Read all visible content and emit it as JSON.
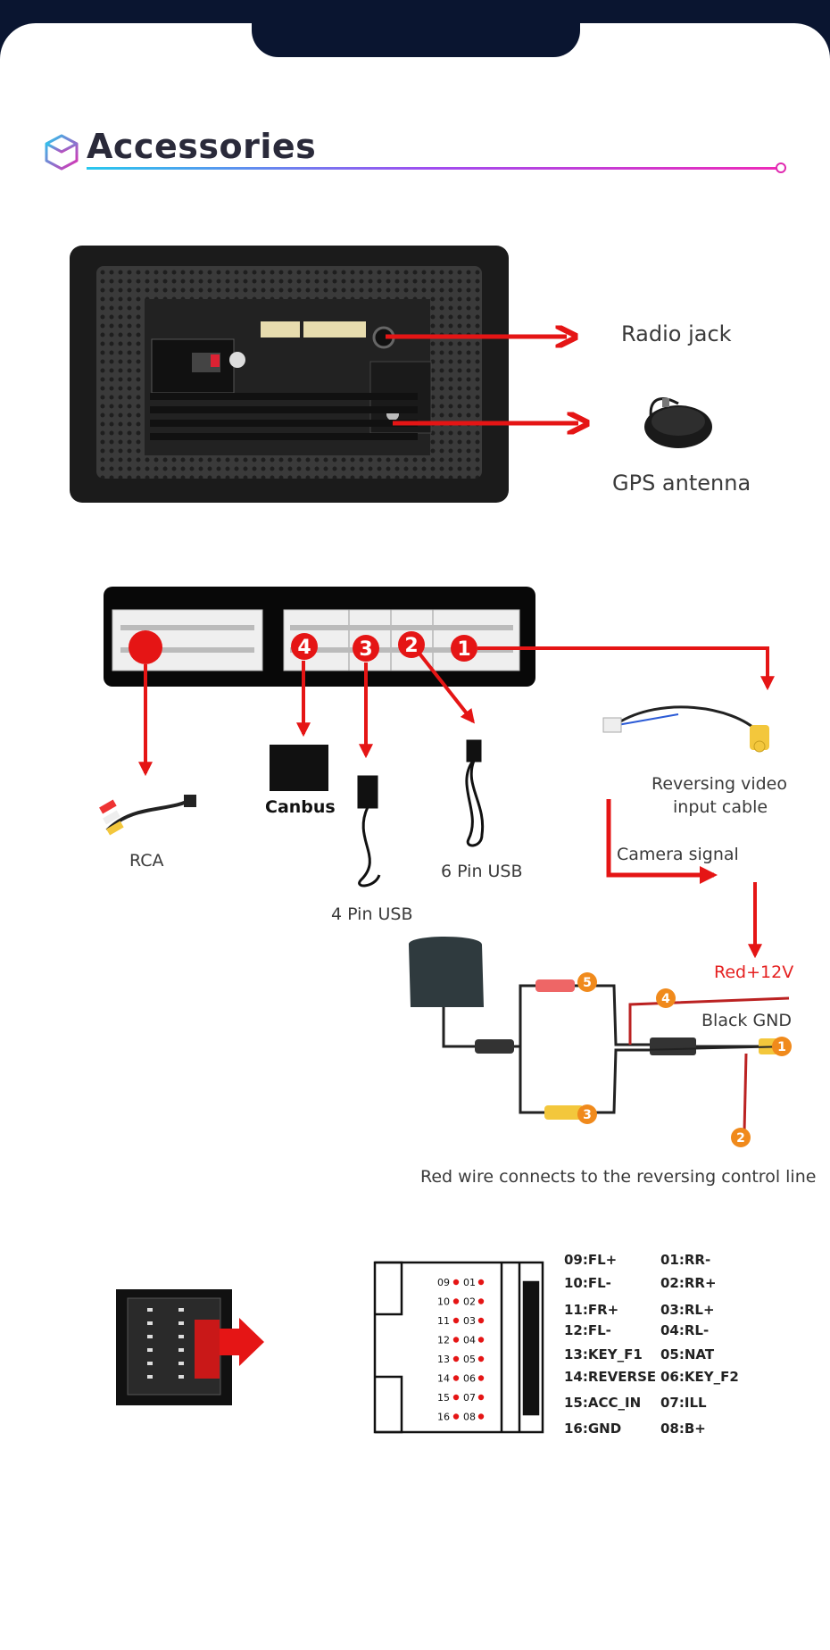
{
  "header": {
    "title": "Accessories"
  },
  "device_labels": {
    "radio_jack": "Radio jack",
    "gps_antenna": "GPS antenna"
  },
  "connector_labels": {
    "rca": "RCA",
    "canbus": "Canbus",
    "usb4": "4 Pin USB",
    "usb6": "6 Pin USB",
    "reversing_line1": "Reversing video",
    "reversing_line2": "input cable",
    "camera_signal": "Camera signal",
    "red12v": "Red+12V",
    "black_gnd": "Black GND",
    "red_wire_note": "Red wire connects to the reversing control line"
  },
  "badges": [
    "4",
    "3",
    "2",
    "1"
  ],
  "camera_badges": [
    "5",
    "4",
    "1",
    "3",
    "2"
  ],
  "pin_rows": [
    {
      "l": "09",
      "r": "01"
    },
    {
      "l": "10",
      "r": "02"
    },
    {
      "l": "11",
      "r": "03"
    },
    {
      "l": "12",
      "r": "04"
    },
    {
      "l": "13",
      "r": "05"
    },
    {
      "l": "14",
      "r": "06"
    },
    {
      "l": "15",
      "r": "07"
    },
    {
      "l": "16",
      "r": "08"
    }
  ],
  "pin_table": [
    {
      "a": "09:FL+",
      "b": "01:RR-"
    },
    {
      "a": "10:FL-",
      "b": "02:RR+"
    },
    {
      "a": "11:FR+",
      "b": "03:RL+"
    },
    {
      "a": "12:FL-",
      "b": "04:RL-"
    },
    {
      "a": "13:KEY_F1",
      "b": "05:NAT"
    },
    {
      "a": "14:REVERSE",
      "b": "06:KEY_F2"
    },
    {
      "a": "15:ACC_IN",
      "b": "07:ILL"
    },
    {
      "a": "16:GND",
      "b": "08:B+"
    }
  ],
  "colors": {
    "accent_red": "#e51515",
    "badge_orange": "#f08a1c",
    "bg_dark": "#0a1530"
  },
  "icons": {
    "title_icon": "cube-icon"
  }
}
